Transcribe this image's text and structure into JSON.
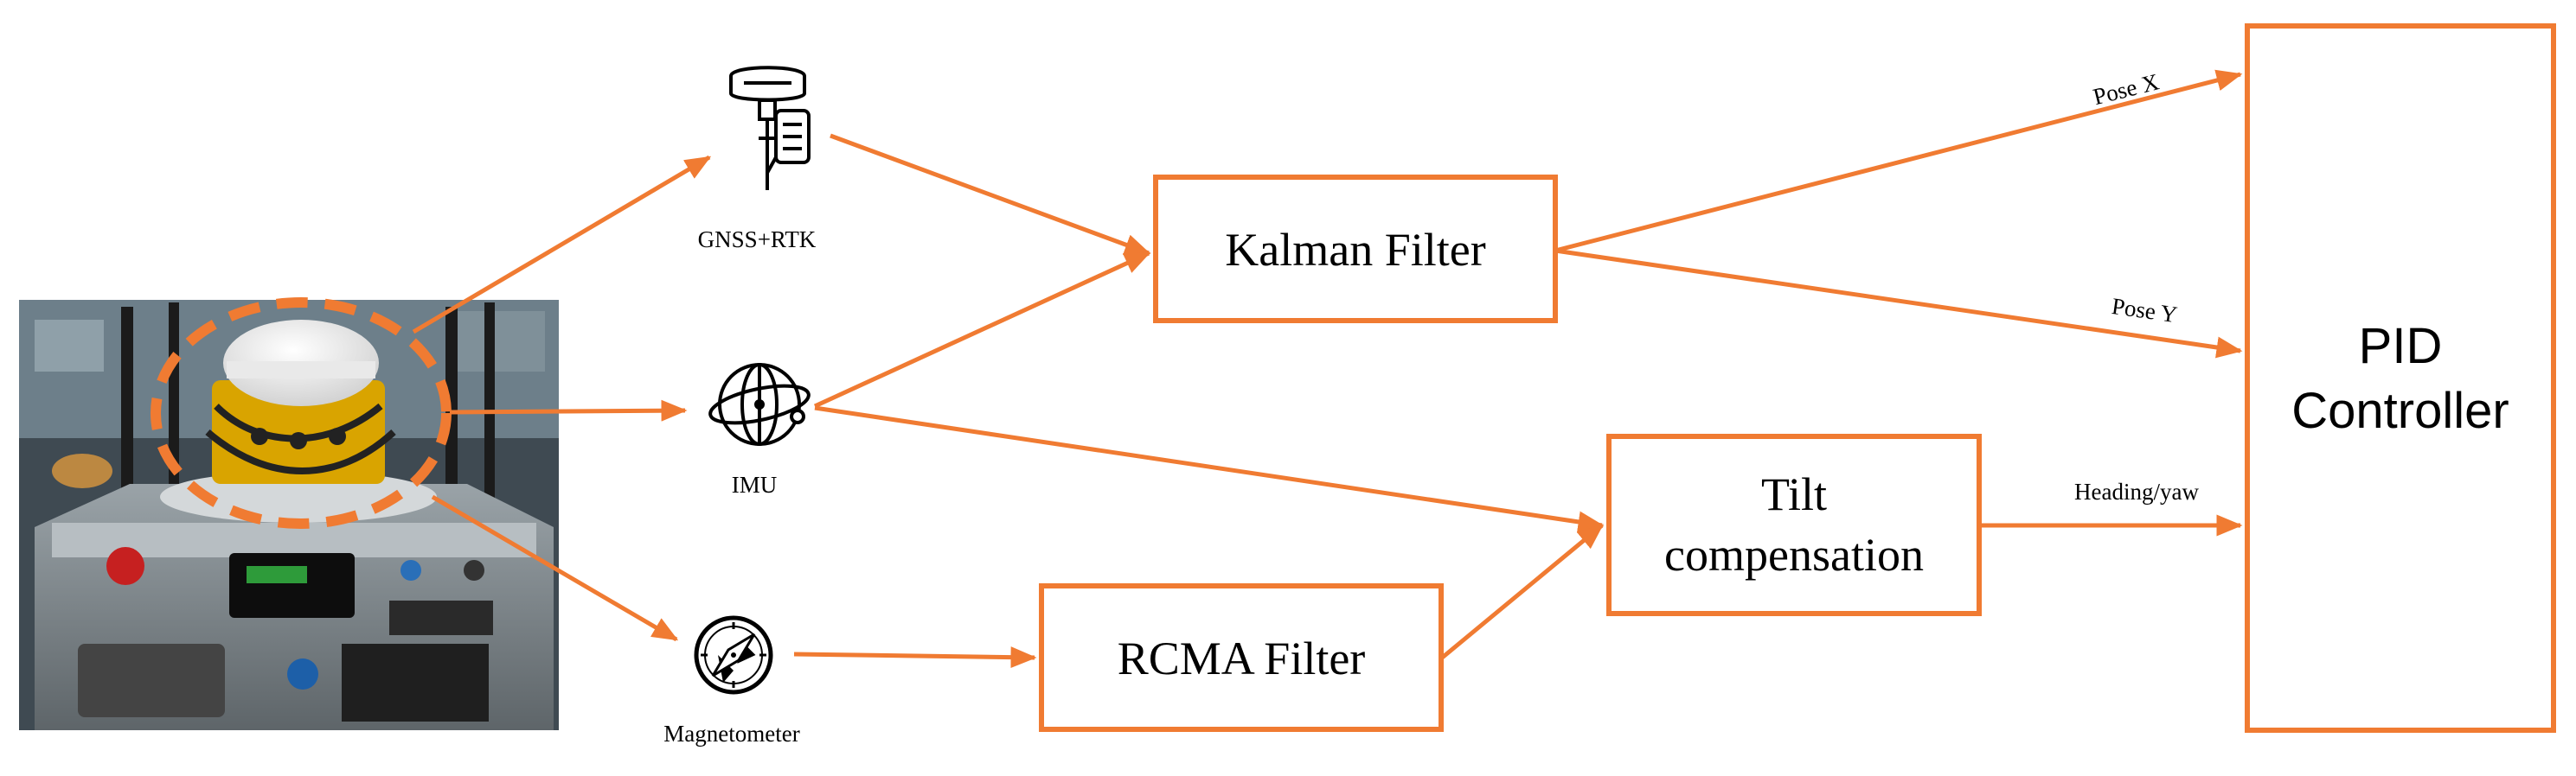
{
  "colors": {
    "accent": "#F07B32",
    "text": "#000000",
    "background": "#FFFFFF"
  },
  "nodes": {
    "photo": {
      "icon": "robot-photo"
    },
    "gnss": {
      "label": "GNSS+RTK",
      "icon": "gnss-antenna-icon"
    },
    "imu": {
      "label": "IMU",
      "icon": "imu-gyroscope-icon"
    },
    "magnetometer": {
      "label": "Magnetometer",
      "icon": "compass-icon"
    },
    "kalman": {
      "label": "Kalman Filter"
    },
    "rcma": {
      "label": "RCMA Filter"
    },
    "tilt": {
      "line1": "Tilt",
      "line2": "compensation"
    },
    "pid": {
      "line1": "PID",
      "line2": "Controller"
    }
  },
  "edges": {
    "pose_x": "Pose X",
    "pose_y": "Pose Y",
    "heading": "Heading/yaw"
  }
}
